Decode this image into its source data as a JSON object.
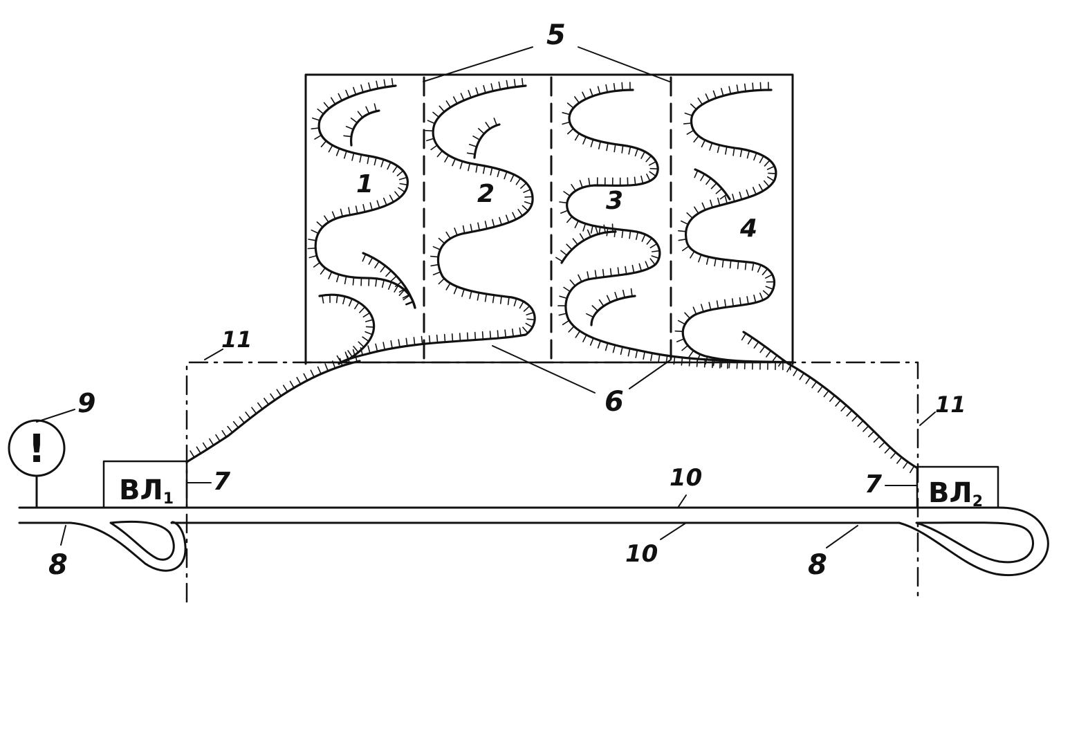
{
  "labels": {
    "panel_1": "1",
    "panel_2": "2",
    "panel_3": "3",
    "panel_4": "4",
    "divider": "5",
    "gathering_line": "6",
    "join_left": "7",
    "join_right": "7",
    "loop_left": "8",
    "loop_right": "8",
    "warning": "9",
    "warning_symbol": "!",
    "line_top": "10",
    "line_bottom": "10",
    "boundary_left": "11",
    "boundary_right": "11"
  },
  "boxes": {
    "left": {
      "main": "ВЛ",
      "sub": "1"
    },
    "right": {
      "main": "ВЛ",
      "sub": "2"
    }
  }
}
